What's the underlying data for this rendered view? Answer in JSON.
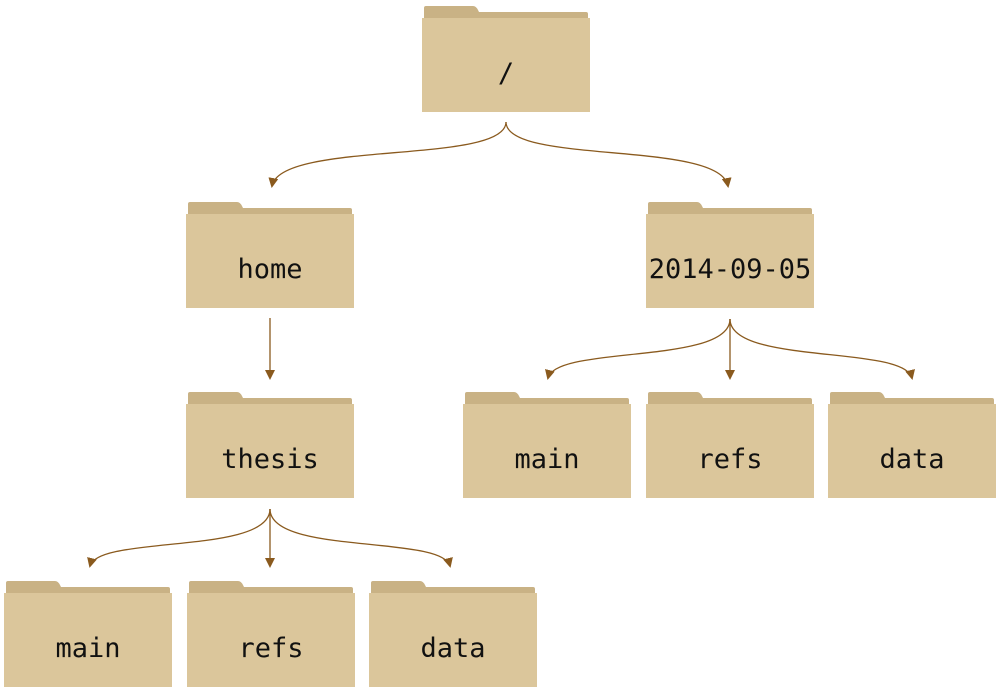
{
  "tree": {
    "root": {
      "label": "/"
    },
    "home": {
      "label": "home"
    },
    "thesis": {
      "label": "thesis"
    },
    "thesis_main": {
      "label": "main"
    },
    "thesis_refs": {
      "label": "refs"
    },
    "thesis_data": {
      "label": "data"
    },
    "dated": {
      "label": "2014-09-05"
    },
    "dated_main": {
      "label": "main"
    },
    "dated_refs": {
      "label": "refs"
    },
    "dated_data": {
      "label": "data"
    }
  },
  "colors": {
    "folder_body": "#dbc69b",
    "folder_tab": "#c9b285",
    "arrow": "#8a5a1e"
  }
}
